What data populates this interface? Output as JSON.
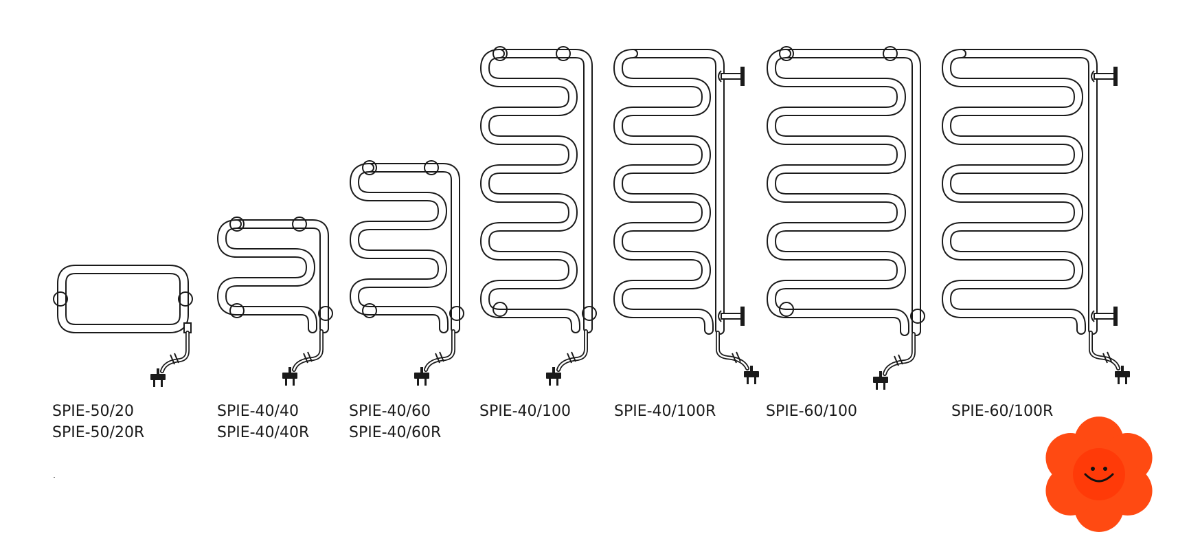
{
  "radiators": [
    {
      "labels": [
        "SPIE-50/20",
        "SPIE-50/20R"
      ]
    },
    {
      "labels": [
        "SPIE-40/40",
        "SPIE-40/40R"
      ]
    },
    {
      "labels": [
        "SPIE-40/60",
        "SPIE-40/60R"
      ]
    },
    {
      "labels": [
        "SPIE-40/100"
      ]
    },
    {
      "labels": [
        "SPIE-40/100R"
      ]
    },
    {
      "labels": [
        "SPIE-60/100"
      ]
    },
    {
      "labels": [
        "SPIE-60/100R"
      ]
    }
  ],
  "colors": {
    "line": "#1a1a1a",
    "flower_petals": "#ff4a12",
    "flower_center": "#ff3a08",
    "smile": "#111111"
  },
  "icons": [
    "plug-icon",
    "smiley-flower-logo"
  ]
}
